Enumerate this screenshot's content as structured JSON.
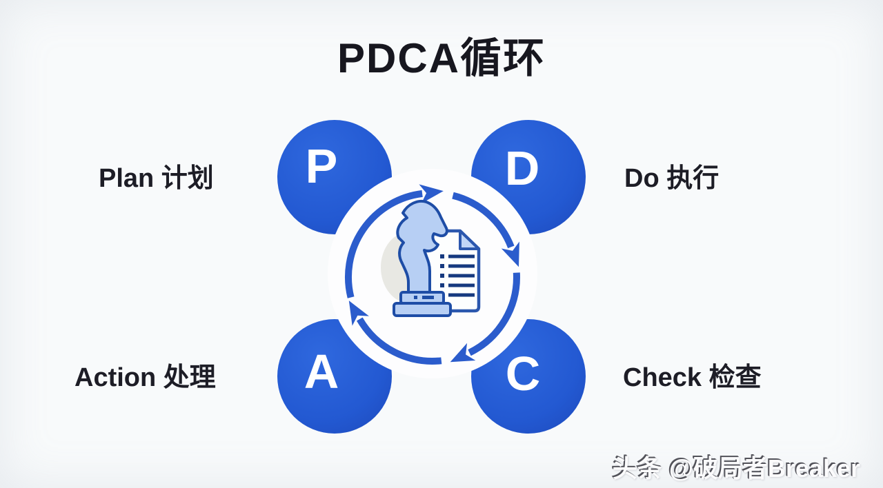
{
  "title": "PDCA循环",
  "watermark": "头条 @破局者Breaker",
  "diagram": {
    "type": "cycle",
    "cycle_direction": "clockwise",
    "nodes": [
      {
        "letter": "P",
        "label": "Plan 计划",
        "position": "top-left"
      },
      {
        "letter": "D",
        "label": "Do 执行",
        "position": "top-right"
      },
      {
        "letter": "C",
        "label": "Check 检查",
        "position": "bottom-right"
      },
      {
        "letter": "A",
        "label": "Action 处理",
        "position": "bottom-left"
      }
    ],
    "center_icons": [
      {
        "name": "chess-knight-icon"
      },
      {
        "name": "checklist-document-icon"
      }
    ],
    "cycle_arrow_count": 4
  },
  "colors": {
    "circle_blue": "#2359d2",
    "circle_blue_light": "#2f68de",
    "arrow_blue": "#2b5ccc",
    "icon_fill_light_blue": "#b7cff4",
    "icon_outline_blue": "#1e4da6",
    "checklist_navy": "#16397f",
    "text_dark": "#1b1b22",
    "background": "#f8fafb"
  }
}
